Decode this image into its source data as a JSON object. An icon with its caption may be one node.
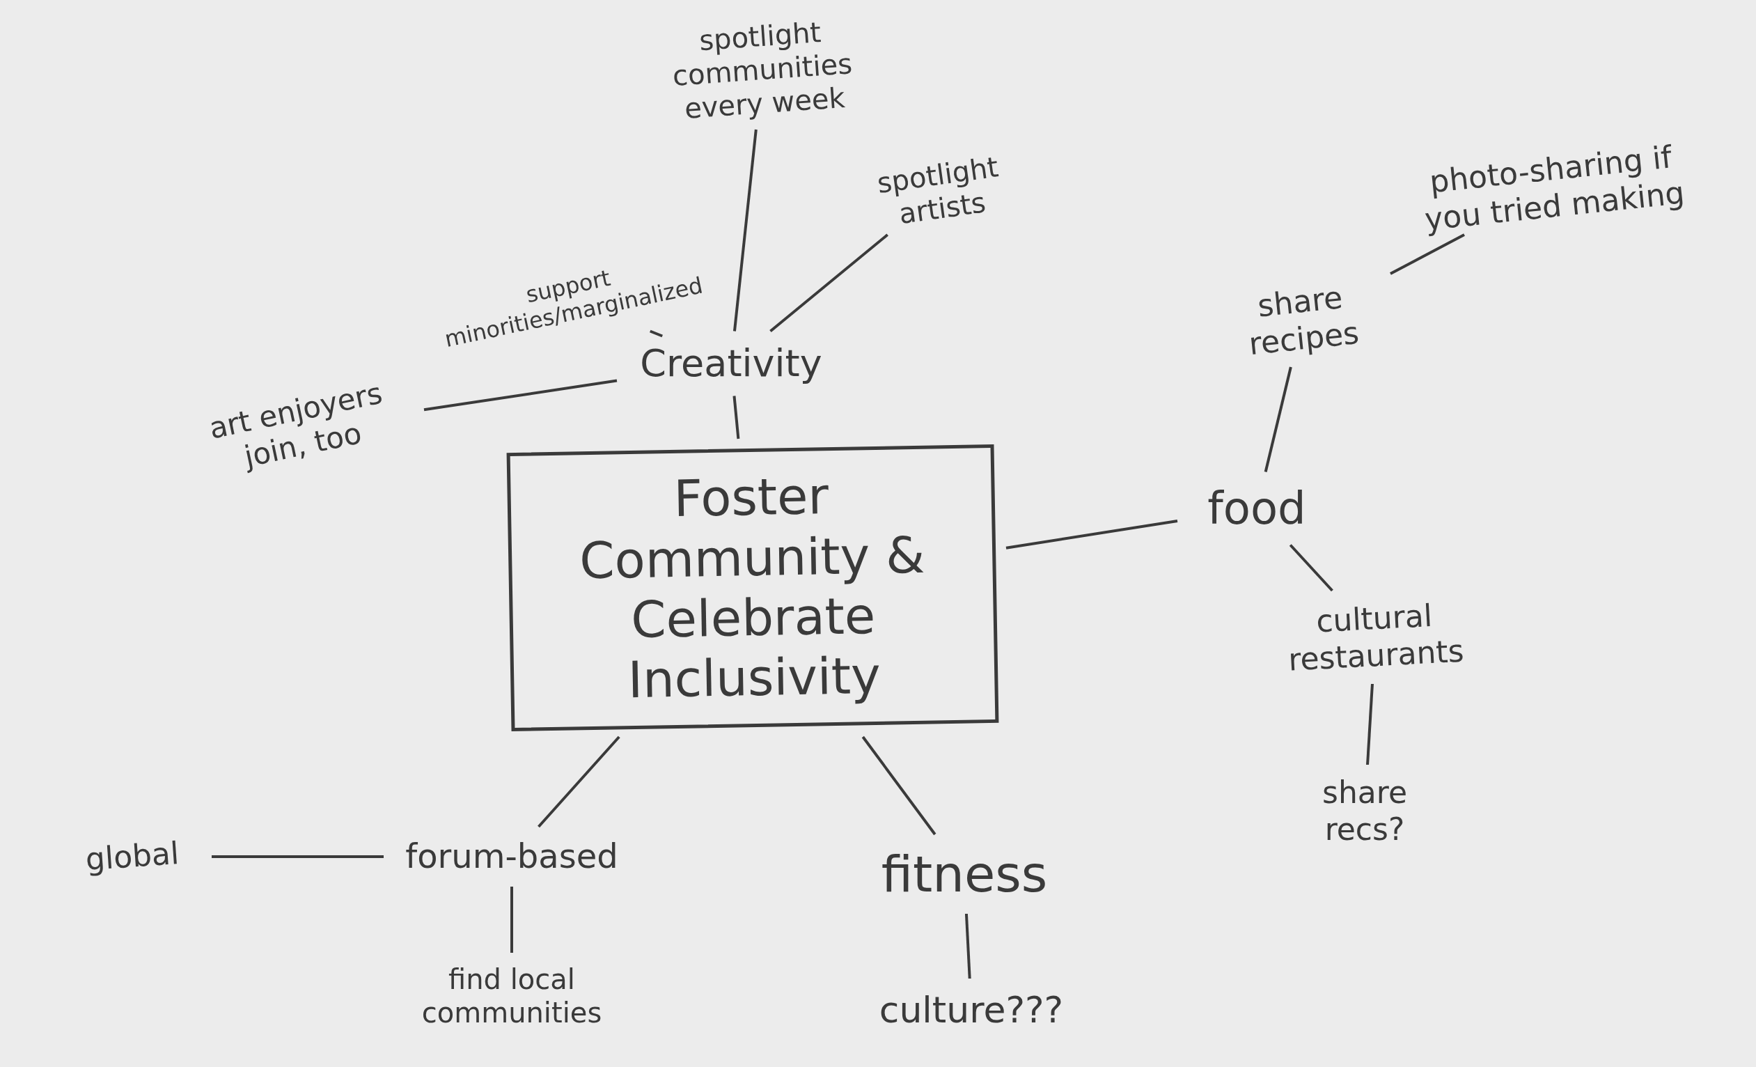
{
  "diagram": {
    "nodes": [
      {
        "text": [
          "Foster Community & Celebrate Inclusivity"
        ]
      },
      {
        "text": [
          "Creativity"
        ]
      },
      {
        "text": [
          "spotlight communities every week"
        ]
      },
      {
        "text": [
          "spotlight artists"
        ]
      },
      {
        "text": [
          "support minorities/marginalized"
        ]
      },
      {
        "text": [
          "art enjoyers join, too"
        ]
      },
      {
        "text": [
          "food"
        ]
      },
      {
        "text": [
          "share recipes"
        ]
      },
      {
        "text": [
          "photo-sharing if you tried making"
        ]
      },
      {
        "text": [
          "cultural restaurants"
        ]
      },
      {
        "text": [
          "share recs?"
        ]
      },
      {
        "text": [
          "forum-based"
        ]
      },
      {
        "text": [
          "global"
        ]
      },
      {
        "text": [
          "find local communities"
        ]
      },
      {
        "text": [
          "fitness"
        ]
      },
      {
        "text": [
          "culture???"
        ]
      }
    ],
    "edges": [
      {
        "from": 1,
        "to": 0,
        "arrow": "none"
      },
      {
        "from": 1,
        "to": 2,
        "arrow": "none"
      },
      {
        "from": 1,
        "to": 3,
        "arrow": "none"
      },
      {
        "from": 1,
        "to": 4,
        "arrow": "none"
      },
      {
        "from": 1,
        "to": 5,
        "arrow": "none"
      },
      {
        "from": 0,
        "to": 6,
        "arrow": "none"
      },
      {
        "from": 6,
        "to": 7,
        "arrow": "none"
      },
      {
        "from": 7,
        "to": 8,
        "arrow": "none"
      },
      {
        "from": 6,
        "to": 9,
        "arrow": "none"
      },
      {
        "from": 9,
        "to": 10,
        "arrow": "none"
      },
      {
        "from": 0,
        "to": 11,
        "arrow": "none"
      },
      {
        "from": 11,
        "to": 12,
        "arrow": "none"
      },
      {
        "from": 11,
        "to": 13,
        "arrow": "none"
      },
      {
        "from": 0,
        "to": 14,
        "arrow": "none"
      },
      {
        "from": 14,
        "to": 15,
        "arrow": "none"
      }
    ]
  }
}
